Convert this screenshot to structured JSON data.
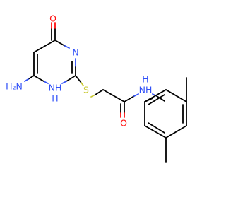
{
  "molecule": {
    "atom_labels": {
      "O_carbonyl_ring": "O",
      "N_ring_top": "N",
      "NH_ring": "NH",
      "H_ring": "H",
      "NH2": "H₂N",
      "S": "S",
      "O_amide": "O",
      "NH_amide": "NH",
      "H_amide": "H"
    },
    "colors": {
      "carbon": "#000000",
      "nitrogen": "#3050f8",
      "oxygen": "#ff0d0d",
      "sulfur": "#c8c832"
    }
  }
}
